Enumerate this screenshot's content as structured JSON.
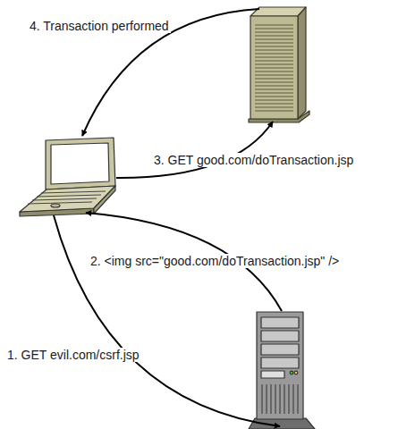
{
  "diagram": {
    "labels": [
      "4. Transaction performed",
      "3. GET good.com/doTransaction.jsp",
      "2. <img src=\"good.com/doTransaction.jsp\" />",
      "1. GET evil.com/csrf.jsp"
    ]
  }
}
